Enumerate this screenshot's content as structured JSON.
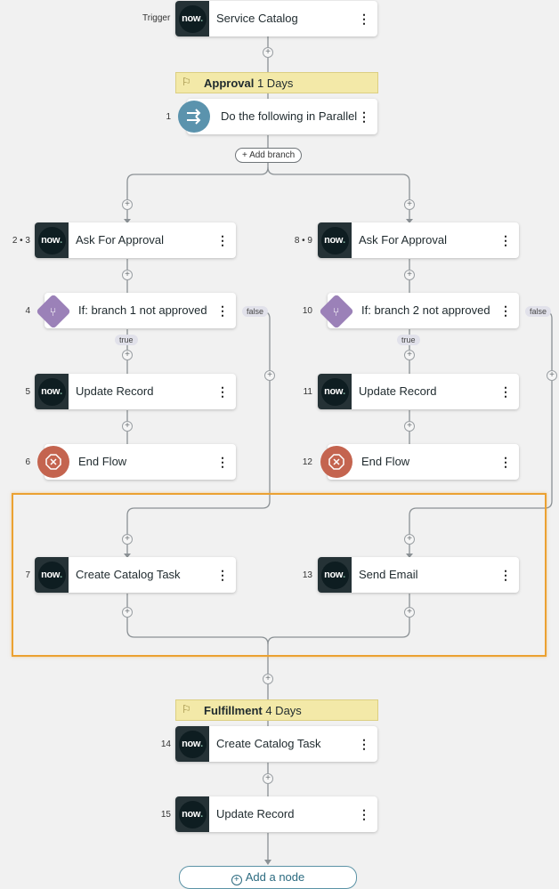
{
  "trigger": {
    "label": "Trigger",
    "title": "Service Catalog"
  },
  "approval_stage": {
    "title": "Approval",
    "duration": "1 Days"
  },
  "fulfillment_stage": {
    "title": "Fulfillment",
    "duration": "4 Days"
  },
  "parallel": {
    "num": "1",
    "label": "Do the following in Parallel"
  },
  "add_branch": "+ Add branch",
  "branch1": {
    "ask": {
      "num": "2 • 3",
      "label": "Ask For Approval"
    },
    "if": {
      "num": "4",
      "label": "If: branch 1 not approved",
      "false_tag": "false",
      "true_tag": "true"
    },
    "update": {
      "num": "5",
      "label": "Update Record"
    },
    "end": {
      "num": "6",
      "label": "End Flow"
    },
    "after": {
      "num": "7",
      "label": "Create Catalog Task"
    }
  },
  "branch2": {
    "ask": {
      "num": "8 • 9",
      "label": "Ask For Approval"
    },
    "if": {
      "num": "10",
      "label": "If: branch 2 not approved",
      "false_tag": "false",
      "true_tag": "true"
    },
    "update": {
      "num": "11",
      "label": "Update Record"
    },
    "end": {
      "num": "12",
      "label": "End Flow"
    },
    "after": {
      "num": "13",
      "label": "Send Email"
    }
  },
  "step14": {
    "num": "14",
    "label": "Create Catalog Task"
  },
  "step15": {
    "num": "15",
    "label": "Update Record"
  },
  "add_node": "Add a node",
  "now_logo": {
    "text": "now",
    "dot_color": "#81b5a1"
  },
  "icons": {
    "parallel": "parallel-arrows-icon",
    "if": "branch-icon",
    "end": "stop-x-icon",
    "more": "kebab-menu-icon",
    "stage": "flag-icon"
  },
  "colors": {
    "highlight": "#eba132",
    "stage_bg": "#f3e9a8",
    "if_diamond": "#9b81b8",
    "end_circle": "#c4644f",
    "parallel_circle": "#5b93ad"
  }
}
